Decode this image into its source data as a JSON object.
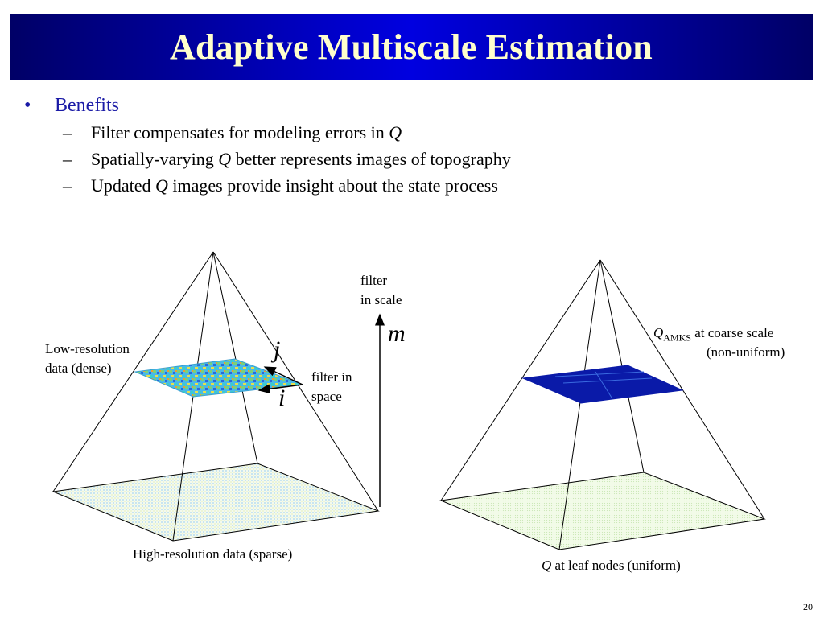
{
  "slide": {
    "title": "Adaptive Multiscale Estimation",
    "page_number": "20"
  },
  "bullets": {
    "main": "Benefits",
    "sub": [
      {
        "before": "Filter compensates for modeling errors in ",
        "italic": "Q",
        "after": ""
      },
      {
        "before": "Spatially-varying ",
        "italic": "Q",
        "after": " better represents images of topography"
      },
      {
        "before": "Updated ",
        "italic": "Q",
        "after": " images provide insight about the state process"
      }
    ]
  },
  "left_diagram": {
    "low_res_line1": "Low-resolution",
    "low_res_line2": "data (dense)",
    "high_res": "High-resolution data (sparse)",
    "filter_space_line1": "filter in",
    "filter_space_line2": "space",
    "j_label": "j",
    "i_label": "i",
    "filter_scale_line1": "filter",
    "filter_scale_line2": "in scale",
    "m_label": "m"
  },
  "right_diagram": {
    "q_italic": "Q",
    "q_sub": "AMKS",
    "coarse_line1": " at coarse scale",
    "coarse_line2": "(non-uniform)",
    "leaf_italic": "Q",
    "leaf_text": " at leaf nodes (uniform)"
  },
  "colors": {
    "title_bg_dark": "#000066",
    "title_bg_light": "#0000e0",
    "title_text": "#ffffcc",
    "bullet_main": "#1a1aa6",
    "right_plane": "#0a1aa8",
    "leaf_plane": "#e8f7d8"
  }
}
